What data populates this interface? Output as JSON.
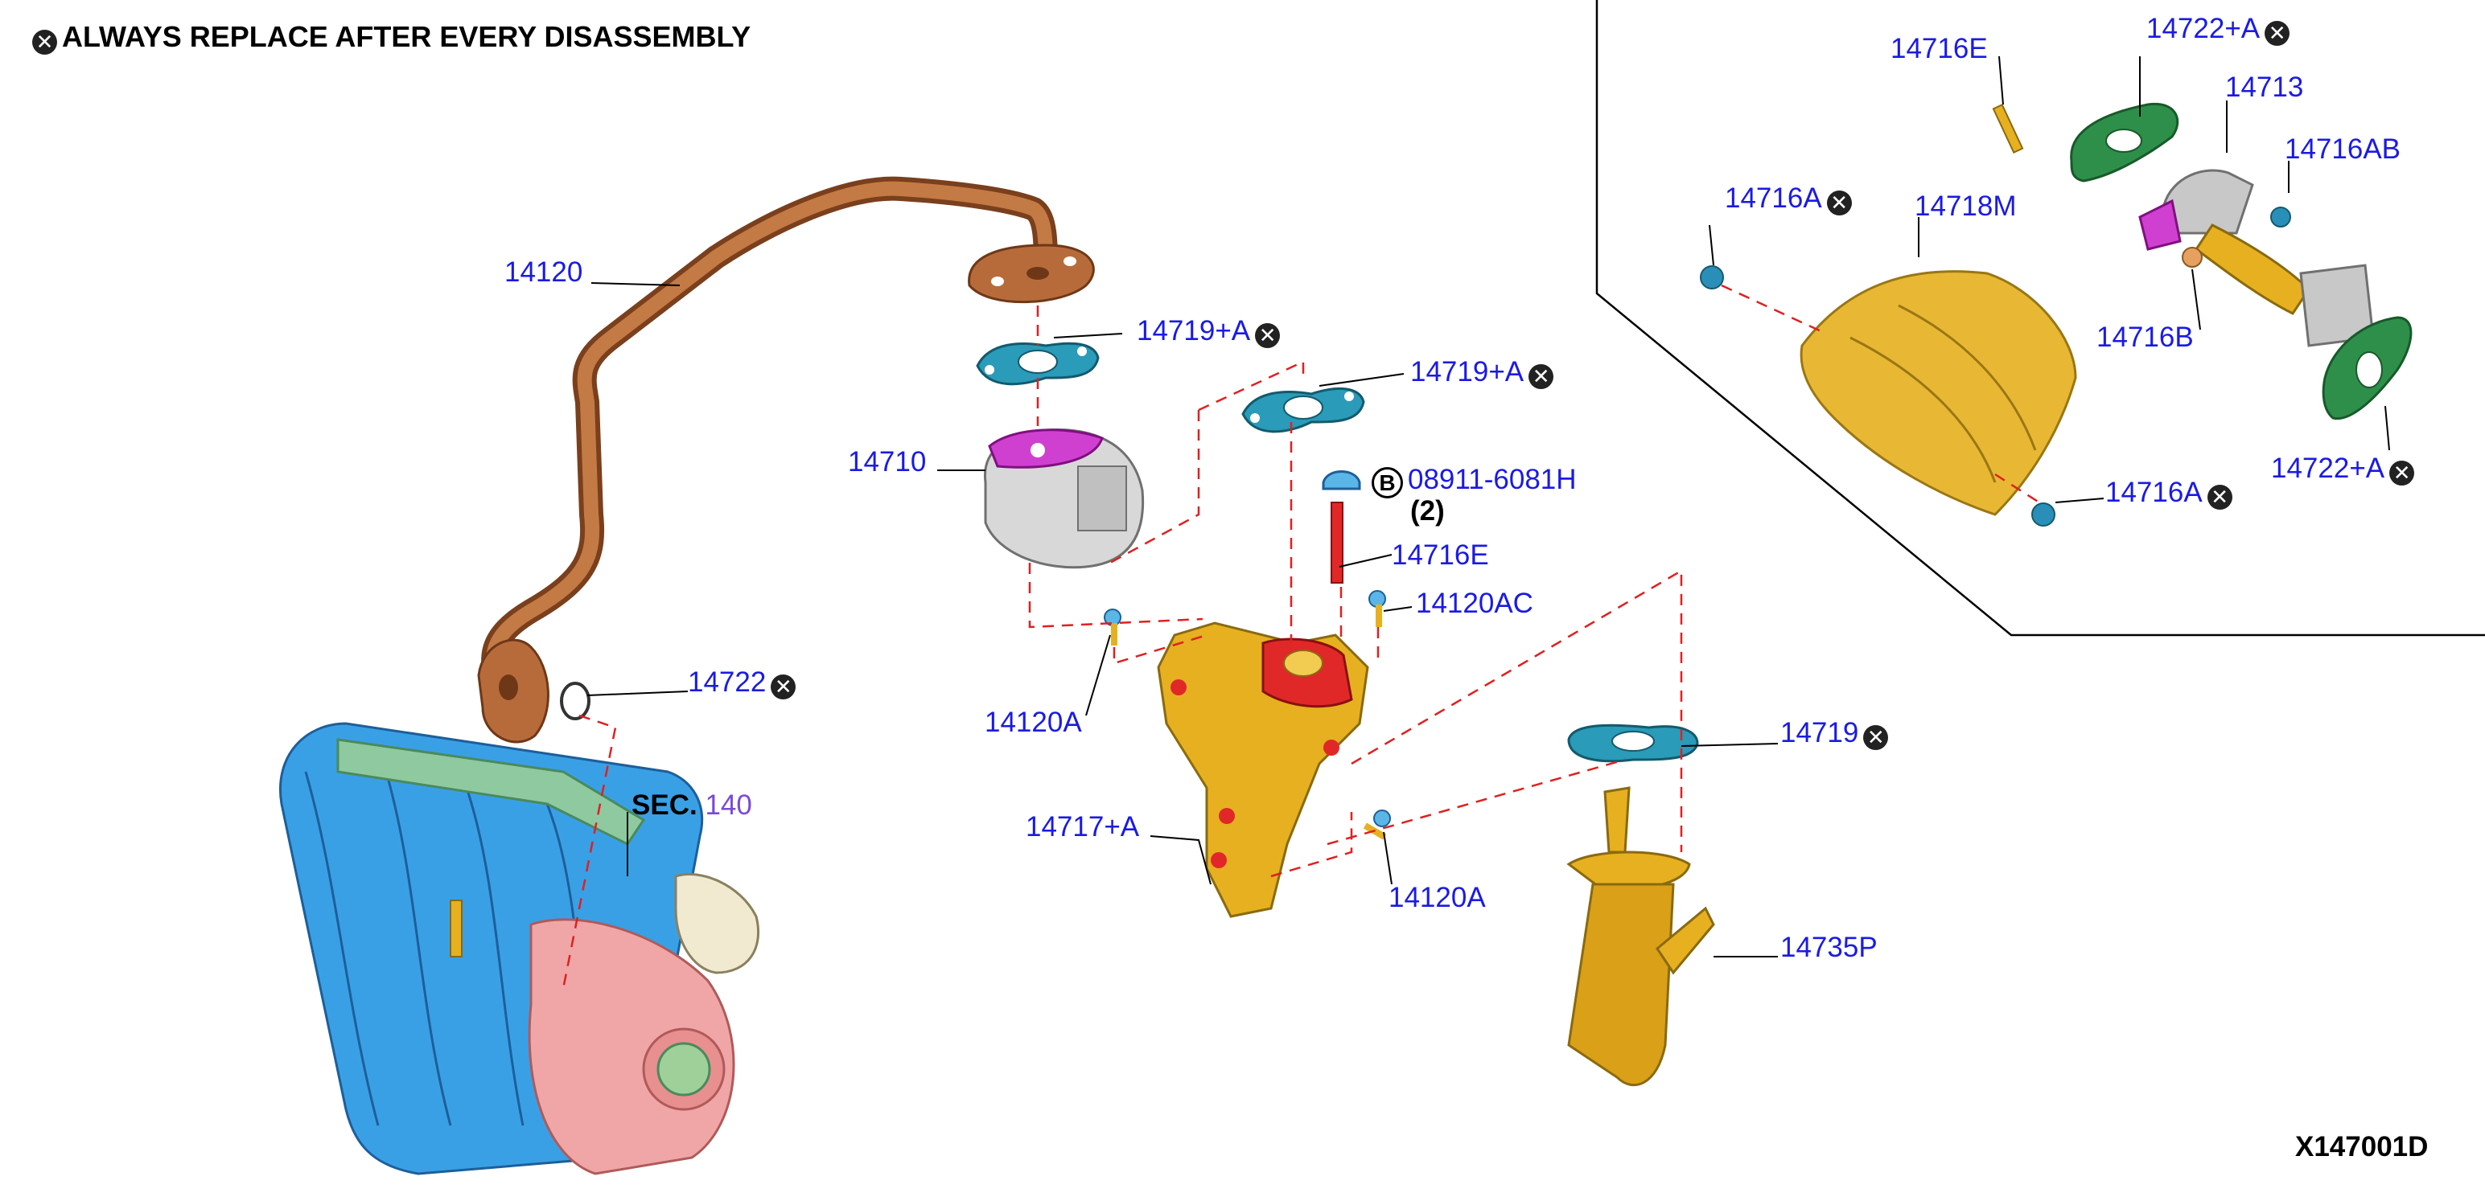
{
  "header": {
    "note": "ALWAYS REPLACE AFTER EVERY DISASSEMBLY",
    "note_icon": "replace-mark-icon"
  },
  "figure_code": "X147001D",
  "colors": {
    "label": "#1a1ae6",
    "leader": "#000000",
    "dashed": "#e02020",
    "pipe": "#b86b3a",
    "manifold": "#3aa0e6",
    "bracket": "#e6b020",
    "gasket": "#1f8aa3",
    "seal_gasket": "#2e8f4a",
    "actuator_flange": "#d040d0",
    "sec_ref": "#7a4ad6"
  },
  "parts": {
    "p14120": "14120",
    "p14719a_1": "14719+A",
    "p14719a_2": "14719+A",
    "p14710": "14710",
    "p08911": "08911-6081H",
    "p08911_qty": "(2)",
    "p08911_ref": "B",
    "p14716e_lower": "14716E",
    "p14120ac": "14120AC",
    "p14722": "14722",
    "p14120a_1": "14120A",
    "p14717a": "14717+A",
    "p14120a_2": "14120A",
    "p14719": "14719",
    "p14735p": "14735P",
    "sec_label": "SEC.",
    "sec_num": "140",
    "inset": {
      "p14716e": "14716E",
      "p14722a_top": "14722+A",
      "p14713": "14713",
      "p14716ab": "14716AB",
      "p14716a_top": "14716A",
      "p14718m": "14718M",
      "p14716b": "14716B",
      "p14722a_bottom": "14722+A",
      "p14716a_bottom": "14716A"
    }
  }
}
